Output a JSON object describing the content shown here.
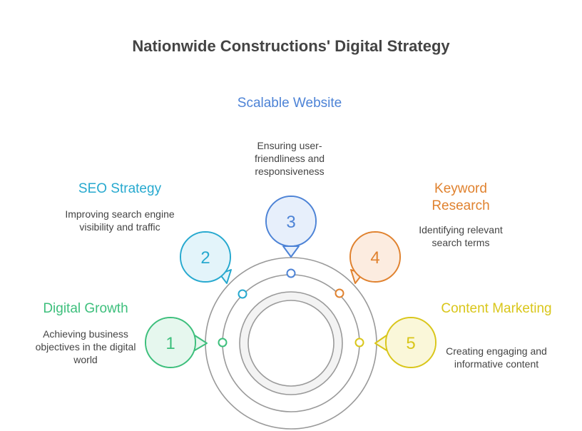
{
  "title": "Nationwide Constructions' Digital Strategy",
  "steps": [
    {
      "number": "1",
      "title": "Digital Growth",
      "description": "Achieving business objectives in the digital world",
      "color": "#3dbf7c",
      "fill": "#e6f7ee"
    },
    {
      "number": "2",
      "title": "SEO Strategy",
      "description": "Improving search engine visibility and traffic",
      "color": "#27a9cf",
      "fill": "#e3f4fa"
    },
    {
      "number": "3",
      "title": "Scalable Website",
      "description": "Ensuring user-friendliness and responsiveness",
      "color": "#4d83d6",
      "fill": "#e7effb"
    },
    {
      "number": "4",
      "title": "Keyword Research",
      "description": "Identifying relevant search terms",
      "color": "#e0822f",
      "fill": "#fcece0"
    },
    {
      "number": "5",
      "title": "Content Marketing",
      "description": "Creating engaging and informative content",
      "color": "#d9c61a",
      "fill": "#faf7d9"
    }
  ]
}
